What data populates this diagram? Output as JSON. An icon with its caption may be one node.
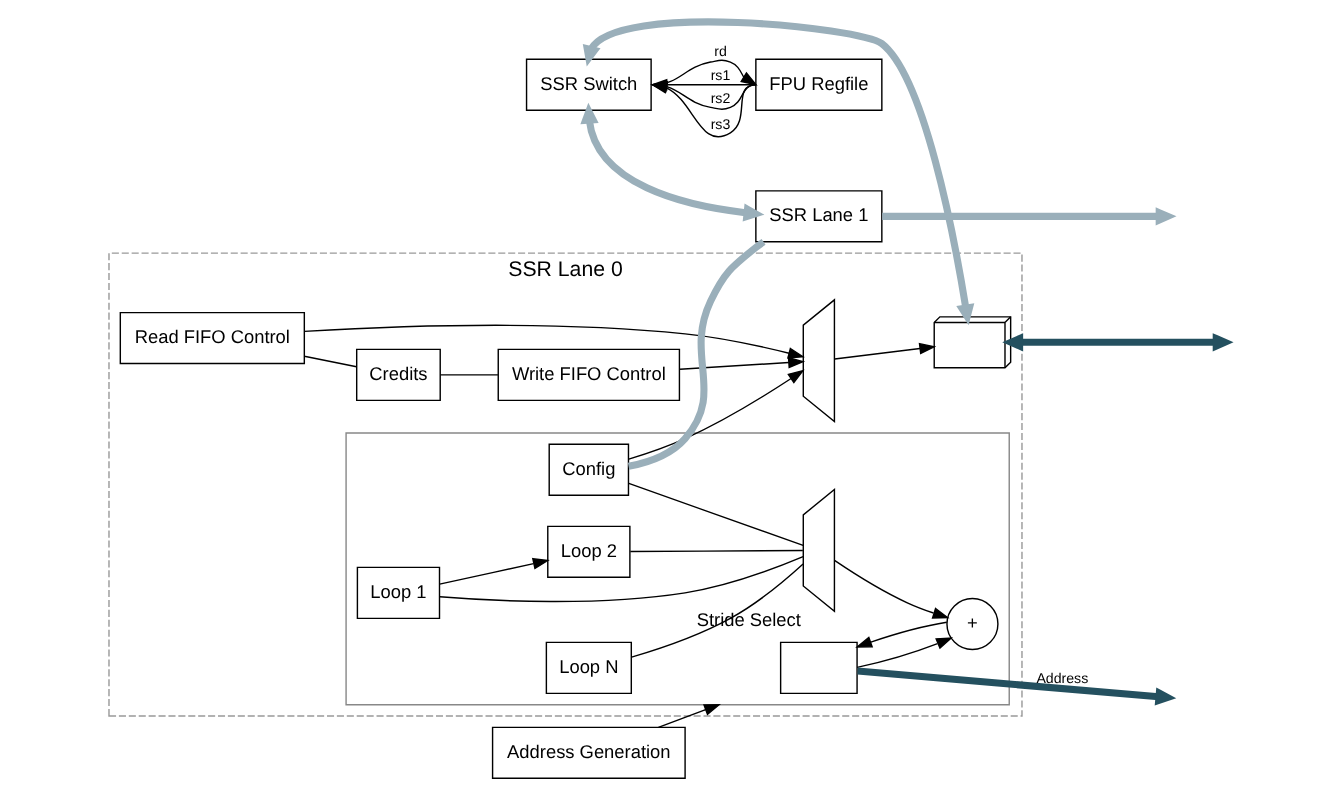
{
  "diagram": {
    "nodes": [
      {
        "text": [
          "SSR Switch"
        ]
      },
      {
        "text": [
          "FPU Regfile"
        ]
      },
      {
        "text": [
          "SSR Lane 0"
        ]
      },
      {
        "text": [
          "Read FIFO Control"
        ],
        "in": 2
      },
      {
        "text": [
          "Credits"
        ],
        "in": 2
      },
      {
        "text": [
          "Write FIFO Control"
        ],
        "in": 2
      },
      {
        "text": [],
        "shape": "trapezoid",
        "in": 2
      },
      {
        "text": [],
        "shape": "queue",
        "in": 2
      },
      {
        "text": [],
        "shape": "box",
        "in": 2
      },
      {
        "text": [],
        "shape": "box",
        "in": 8
      },
      {
        "text": [
          "+"
        ],
        "in": 8
      },
      {
        "text": [],
        "shape": "trapezoid",
        "in": 8,
        "beside": [
          "Stride Select"
        ]
      },
      {
        "text": [
          "Loop 1"
        ],
        "in": 8
      },
      {
        "text": [
          "Loop 2"
        ],
        "in": 8
      },
      {
        "text": [
          "Loop N"
        ],
        "in": 8
      },
      {
        "text": [
          "Config"
        ],
        "in": 8
      },
      {
        "text": [
          "SSR Lane 1"
        ]
      },
      {
        "text": [
          "Address Generation"
        ]
      }
    ],
    "edges": [
      {
        "from": 1,
        "to": 0,
        "arrow": "to",
        "label": "rs1"
      },
      {
        "from": 1,
        "to": 0,
        "arrow": "to",
        "label": "rs2"
      },
      {
        "from": 1,
        "to": 0,
        "arrow": "to",
        "label": "rs3"
      },
      {
        "from": 0,
        "to": 1,
        "arrow": "to",
        "label": "rd"
      },
      {
        "from": 0,
        "to": 7,
        "arrow": "both",
        "style": "thick",
        "color": "#9aafba"
      },
      {
        "from": 0,
        "to": 16,
        "arrow": "both",
        "style": "thick",
        "color": "#9aafba"
      },
      {
        "from": 3,
        "to": 4,
        "arrow": "none"
      },
      {
        "from": 4,
        "to": 5,
        "arrow": "none"
      },
      {
        "from": 3,
        "to": 6,
        "arrow": "to"
      },
      {
        "from": 5,
        "to": 6,
        "arrow": "to"
      },
      {
        "from": 6,
        "to": 7,
        "arrow": "to"
      },
      {
        "from": 7,
        "to": null,
        "arrow": "both",
        "style": "thick",
        "color": "#24505f"
      },
      {
        "from": 9,
        "to": null,
        "arrow": "to",
        "label": "Address",
        "style": "thick",
        "color": "#24505f"
      },
      {
        "from": 16,
        "to": null,
        "arrow": "to",
        "style": "thick",
        "color": "#9aafba"
      },
      {
        "from": 15,
        "to": 6,
        "arrow": "to"
      },
      {
        "from": 15,
        "to": 11,
        "arrow": "none"
      },
      {
        "from": 12,
        "to": 13,
        "arrow": "to"
      },
      {
        "from": 12,
        "to": 11,
        "arrow": "none"
      },
      {
        "from": 13,
        "to": 11,
        "arrow": "none"
      },
      {
        "from": 14,
        "to": 11,
        "arrow": "none"
      },
      {
        "from": 11,
        "to": 10,
        "arrow": "to"
      },
      {
        "from": 10,
        "to": 9,
        "arrow": "to"
      },
      {
        "from": 9,
        "to": 10,
        "arrow": "to"
      },
      {
        "from": 15,
        "to": 16,
        "arrow": "none",
        "style": "thick",
        "color": "#9aafba"
      },
      {
        "from": 17,
        "to": 8,
        "arrow": "to"
      }
    ]
  }
}
